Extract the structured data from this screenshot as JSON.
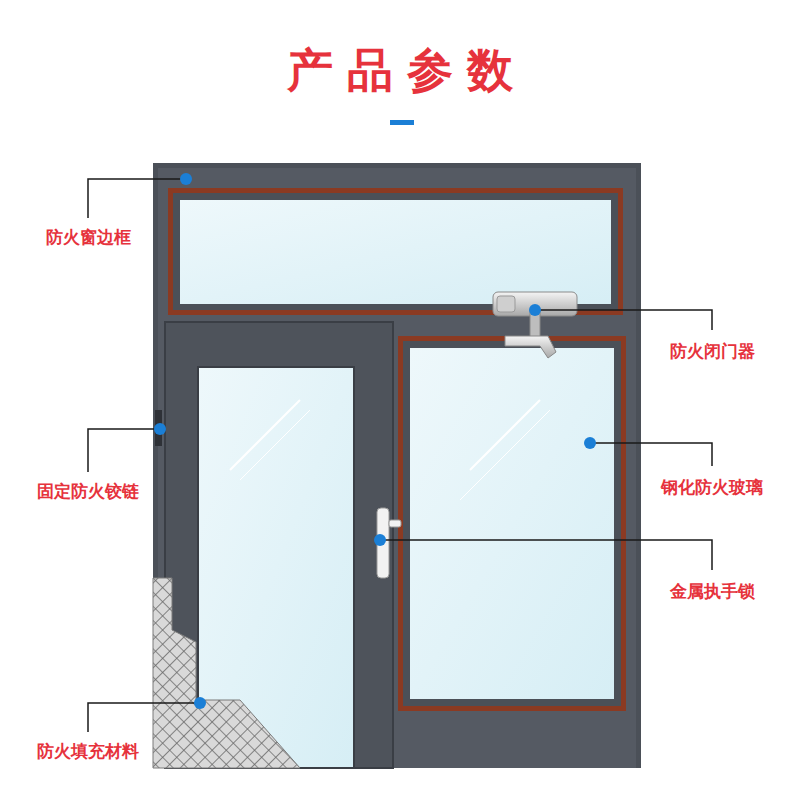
{
  "diagram": {
    "title": "产品参数",
    "labels": [
      "防火窗边框",
      "防火闭门器",
      "固定防火铰链",
      "钢化防火玻璃",
      "金属执手锁",
      "防火填充材料"
    ]
  }
}
